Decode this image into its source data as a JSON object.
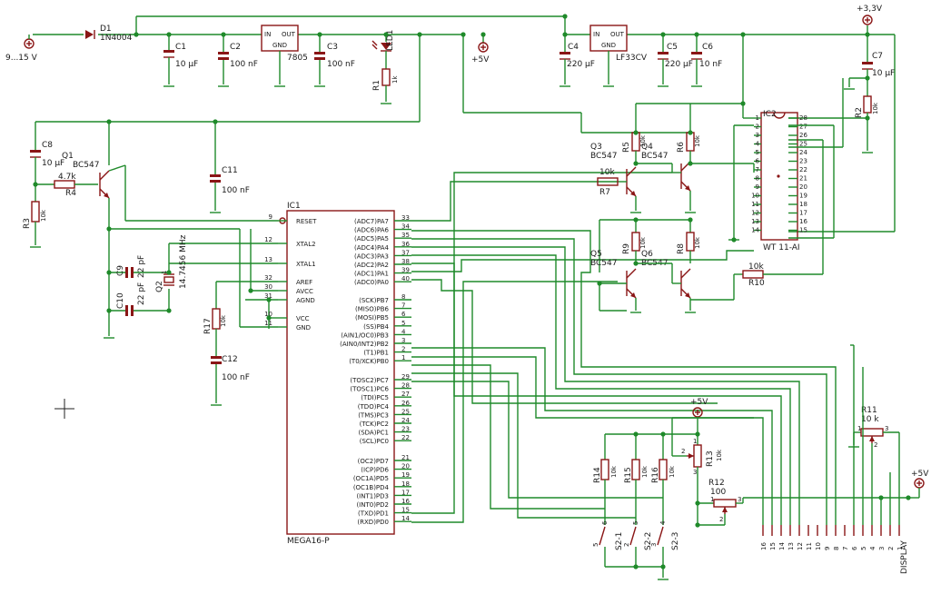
{
  "supply": {
    "input": "9...15 V",
    "p5v": "+5V",
    "p33v": "+3,3V",
    "p5v_pot": "+5V",
    "p5v_disp": "+5V"
  },
  "regulators": {
    "u1": {
      "in": "IN",
      "out": "OUT",
      "gnd": "GND",
      "name": "7805"
    },
    "u2": {
      "in": "IN",
      "out": "OUT",
      "gnd": "GND",
      "name": "LF33CV"
    }
  },
  "components": [
    {
      "id": "D1",
      "name": "D1",
      "value": "1N4004"
    },
    {
      "id": "C1",
      "name": "C1",
      "value": "10 µF"
    },
    {
      "id": "C2",
      "name": "C2",
      "value": "100 nF"
    },
    {
      "id": "C3",
      "name": "C3",
      "value": "100 nF"
    },
    {
      "id": "LED1",
      "name": "LED1",
      "value": ""
    },
    {
      "id": "R1",
      "name": "R1",
      "value": "1k"
    },
    {
      "id": "C4",
      "name": "C4",
      "value": "220 µF"
    },
    {
      "id": "C5",
      "name": "C5",
      "value": "220 µF"
    },
    {
      "id": "C6",
      "name": "C6",
      "value": "10 nF"
    },
    {
      "id": "C7",
      "name": "C7",
      "value": "10 µF"
    },
    {
      "id": "R2",
      "name": "R2",
      "value": "10k"
    },
    {
      "id": "C8",
      "name": "C8",
      "value": "10 µF"
    },
    {
      "id": "Q1",
      "name": "Q1",
      "value": "BC547"
    },
    {
      "id": "R4",
      "name": "R4",
      "value": "4.7k"
    },
    {
      "id": "R3",
      "name": "R3",
      "value": "10k"
    },
    {
      "id": "C11",
      "name": "C11",
      "value": "100 nF"
    },
    {
      "id": "C9",
      "name": "C9",
      "value": "22 pF"
    },
    {
      "id": "C10",
      "name": "C10",
      "value": "22 pF"
    },
    {
      "id": "Q2",
      "name": "Q2",
      "value": "14.7456 MHz"
    },
    {
      "id": "R17",
      "name": "R17",
      "value": "10k"
    },
    {
      "id": "C12",
      "name": "C12",
      "value": "100 nF"
    },
    {
      "id": "R5",
      "name": "R5",
      "value": "10k"
    },
    {
      "id": "R6",
      "name": "R6",
      "value": "10k"
    },
    {
      "id": "Q3",
      "name": "Q3",
      "value": "BC547"
    },
    {
      "id": "Q4",
      "name": "Q4",
      "value": "BC547"
    },
    {
      "id": "R7",
      "name": "R7",
      "value": "10k"
    },
    {
      "id": "R9",
      "name": "R9",
      "value": "10k"
    },
    {
      "id": "R8",
      "name": "R8",
      "value": "10k"
    },
    {
      "id": "Q5",
      "name": "Q5",
      "value": "BC547"
    },
    {
      "id": "Q6",
      "name": "Q6",
      "value": "BC547"
    },
    {
      "id": "R10",
      "name": "R10",
      "value": "10k"
    },
    {
      "id": "R13",
      "name": "R13",
      "value": "10k"
    },
    {
      "id": "R12",
      "name": "R12",
      "value": "100"
    },
    {
      "id": "R11",
      "name": "R11",
      "value": "10 k"
    },
    {
      "id": "R14",
      "name": "R14",
      "value": "10k"
    },
    {
      "id": "R15",
      "name": "R15",
      "value": "10k"
    },
    {
      "id": "R16",
      "name": "R16",
      "value": "10k"
    },
    {
      "id": "S21",
      "name": "S2-1",
      "value": ""
    },
    {
      "id": "S22",
      "name": "S2-2",
      "value": ""
    },
    {
      "id": "S23",
      "name": "S2-3",
      "value": ""
    }
  ],
  "ic1": {
    "name": "IC1",
    "part": "MEGA16-P",
    "left_pins": [
      {
        "label": "RESET",
        "num": "9"
      },
      {
        "label": "XTAL2",
        "num": "12"
      },
      {
        "label": "XTAL1",
        "num": "13"
      },
      {
        "label": "AREF",
        "num": "32"
      },
      {
        "label": "AVCC",
        "num": "30"
      },
      {
        "label": "AGND",
        "num": "31"
      },
      {
        "label": "VCC",
        "num": "10"
      },
      {
        "label": "GND",
        "num": "11"
      }
    ],
    "right_pins": [
      {
        "label": "(ADC7)PA7",
        "num": "33"
      },
      {
        "label": "(ADC6)PA6",
        "num": "34"
      },
      {
        "label": "(ADC5)PA5",
        "num": "35"
      },
      {
        "label": "(ADC4)PA4",
        "num": "36"
      },
      {
        "label": "(ADC3)PA3",
        "num": "37"
      },
      {
        "label": "(ADC2)PA2",
        "num": "38"
      },
      {
        "label": "(ADC1)PA1",
        "num": "39"
      },
      {
        "label": "(ADC0)PA0",
        "num": "40"
      },
      {
        "label": "(SCK)PB7",
        "num": "8"
      },
      {
        "label": "(MISO)PB6",
        "num": "7"
      },
      {
        "label": "(MOSI)PB5",
        "num": "6"
      },
      {
        "label": "(SS)PB4",
        "num": "5"
      },
      {
        "label": "(AIN1/OC0)PB3",
        "num": "4"
      },
      {
        "label": "(AIN0/INT2)PB2",
        "num": "3"
      },
      {
        "label": "(T1)PB1",
        "num": "2"
      },
      {
        "label": "(T0/XCK)PB0",
        "num": "1"
      },
      {
        "label": "(TOSC2)PC7",
        "num": "29"
      },
      {
        "label": "(TOSC1)PC6",
        "num": "28"
      },
      {
        "label": "(TDI)PC5",
        "num": "27"
      },
      {
        "label": "(TDO)PC4",
        "num": "26"
      },
      {
        "label": "(TMS)PC3",
        "num": "25"
      },
      {
        "label": "(TCK)PC2",
        "num": "24"
      },
      {
        "label": "(SDA)PC1",
        "num": "23"
      },
      {
        "label": "(SCL)PC0",
        "num": "22"
      },
      {
        "label": "(OC2)PD7",
        "num": "21"
      },
      {
        "label": "(ICP)PD6",
        "num": "20"
      },
      {
        "label": "(OC1A)PD5",
        "num": "19"
      },
      {
        "label": "(OC1B)PD4",
        "num": "18"
      },
      {
        "label": "(INT1)PD3",
        "num": "17"
      },
      {
        "label": "(INT0)PD2",
        "num": "16"
      },
      {
        "label": "(TXD)PD1",
        "num": "15"
      },
      {
        "label": "(RXD)PD0",
        "num": "14"
      }
    ]
  },
  "ic2": {
    "name": "IC2",
    "part": "WT 11-AI",
    "left_nums": [
      "1",
      "2",
      "3",
      "4",
      "5",
      "6",
      "7",
      "8",
      "9",
      "10",
      "11",
      "12",
      "13",
      "14"
    ],
    "right_nums": [
      "28",
      "27",
      "26",
      "25",
      "24",
      "23",
      "22",
      "21",
      "20",
      "19",
      "18",
      "17",
      "16",
      "15"
    ]
  },
  "display": {
    "name": "DISPLAY",
    "pins": [
      "16",
      "15",
      "14",
      "13",
      "12",
      "11",
      "10",
      "9",
      "8",
      "7",
      "6",
      "5",
      "4",
      "3",
      "2",
      "1"
    ]
  },
  "pot_pins": {
    "p1": "1",
    "p2": "2",
    "p3": "3"
  },
  "switch_pins": [
    "6",
    "5",
    "5",
    "2",
    "4",
    "3"
  ],
  "crystal_pin": "1",
  "colors": {
    "wire": "#1f8a2a",
    "part": "#8a1616",
    "text": "#1a1a1a"
  }
}
